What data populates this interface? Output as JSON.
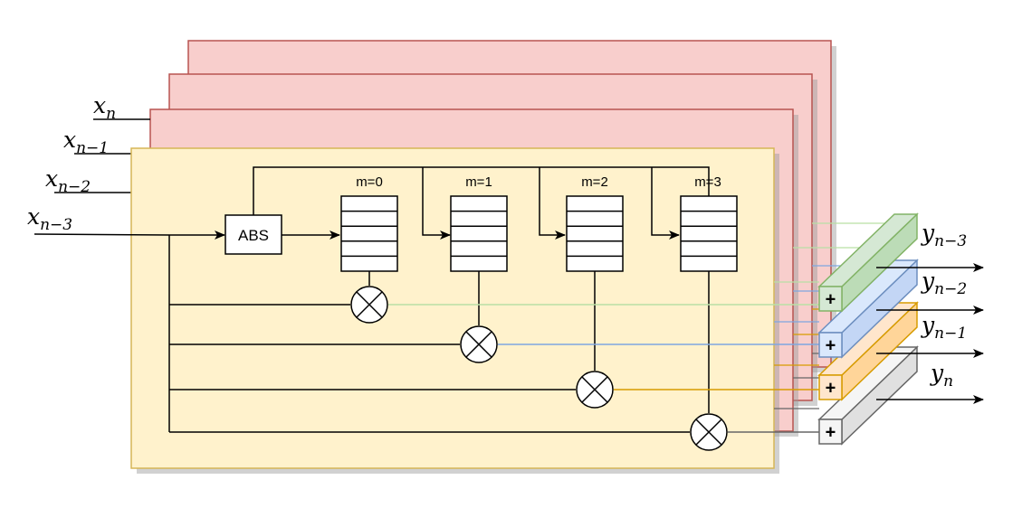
{
  "inputs": {
    "x_n": {
      "base": "x",
      "sub": "n"
    },
    "x_n1": {
      "base": "x",
      "sub": "n−1"
    },
    "x_n2": {
      "base": "x",
      "sub": "n−2"
    },
    "x_n3": {
      "base": "x",
      "sub": "n−3"
    }
  },
  "outputs": {
    "y_n3": {
      "base": "y",
      "sub": "n−3"
    },
    "y_n2": {
      "base": "y",
      "sub": "n−2"
    },
    "y_n1": {
      "base": "y",
      "sub": "n−1"
    },
    "y_n": {
      "base": "y",
      "sub": "n"
    }
  },
  "abs_label": "ABS",
  "buffers": [
    "m=0",
    "m=1",
    "m=2",
    "m=3"
  ],
  "adder_symbol": "+",
  "colors": {
    "layer_fill": "#f8cecc",
    "layer_stroke": "#b85450",
    "main_fill": "#fff2cc",
    "main_stroke": "#d6b656",
    "green_fill": "#d5e8d4",
    "green_stroke": "#82b366",
    "blue_fill": "#dae8fc",
    "blue_stroke": "#6c8ebf",
    "orange_fill": "#ffe6cc",
    "orange_stroke": "#d79b00",
    "gray_fill": "#f5f5f5",
    "gray_stroke": "#666666"
  },
  "icons": [
    "multiplier-icon",
    "adder-icon",
    "arrow-icon"
  ]
}
